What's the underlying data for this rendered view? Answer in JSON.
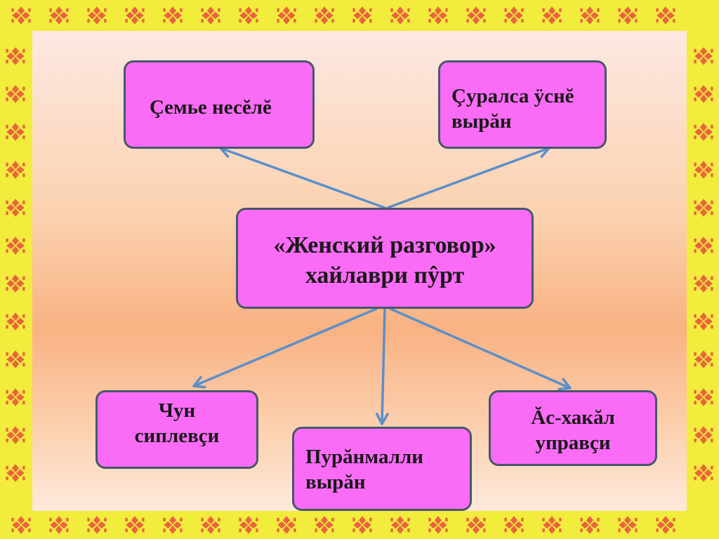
{
  "colors": {
    "frame": "#f2ec3c",
    "ornament": "#e8653e",
    "node_fill": "#fb6cf6",
    "node_border": "#47576a",
    "arrow": "#5b8fc9"
  },
  "diagram": {
    "center": {
      "line1": "«Женский разговор»",
      "line2": "хайлаври пŷрт"
    },
    "top_left": {
      "line1": "Çемье несĕлĕ"
    },
    "top_right": {
      "line1": "Çуралса ÿснĕ",
      "line2": "вырăн"
    },
    "bottom_left": {
      "line1": "Чун",
      "line2": "сиплевçи"
    },
    "bottom_mid": {
      "line1": "Пурăнмалли",
      "line2": "вырăн"
    },
    "bottom_right": {
      "line1": "Ăс-хакăл",
      "line2": "управçи"
    }
  }
}
